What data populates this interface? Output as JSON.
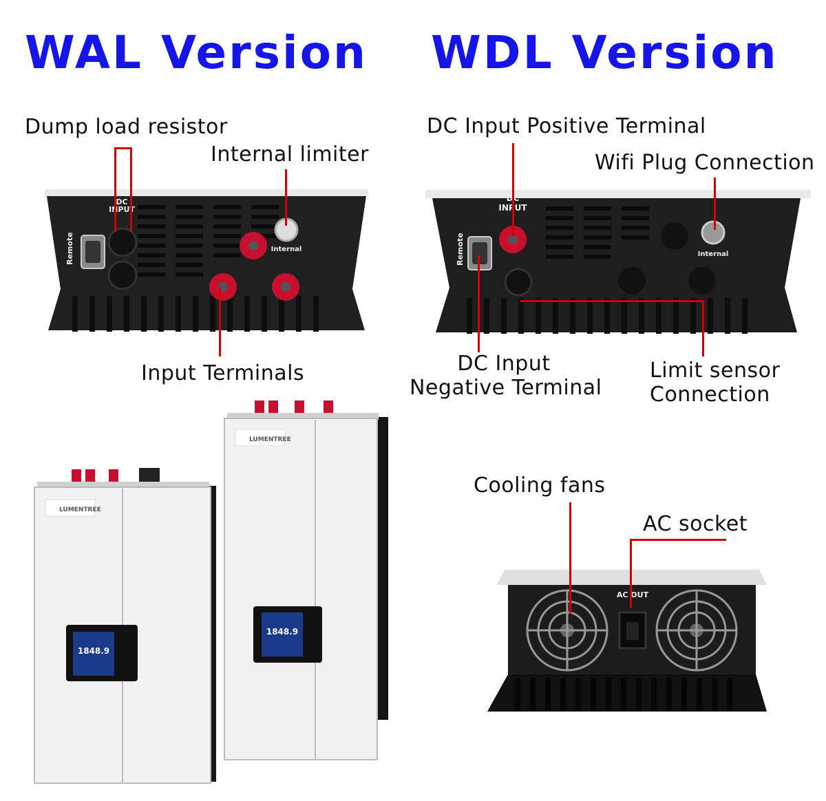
{
  "titles": {
    "wal": "WAL Version",
    "wdl": "WDL Version"
  },
  "wal_labels": {
    "dump_load": "Dump load resistor",
    "internal_limiter": "Internal limiter",
    "input_terminals": "Input Terminals"
  },
  "wdl_labels": {
    "dc_positive": "DC Input Positive Terminal",
    "wifi_plug": "Wifi Plug Connection",
    "dc_negative_line1": "DC Input",
    "dc_negative_line2": "Negative Terminal",
    "limit_sensor_line1": "Limit sensor",
    "limit_sensor_line2": "Connection"
  },
  "ac_labels": {
    "cooling_fans": "Cooling fans",
    "ac_socket": "AC socket"
  },
  "device_print": {
    "dc_input_l1": "DC",
    "dc_input_l2": "INPUT",
    "remote": "Remote",
    "internal": "Internal",
    "ac_out": "AC OUT",
    "brand": "LUMENTREE",
    "display_value": "1848.9"
  },
  "colors": {
    "title_blue": "#1515e8",
    "leader_red": "#d40000",
    "device_black": "#1c1c1c",
    "terminal_red": "#c8102e"
  }
}
